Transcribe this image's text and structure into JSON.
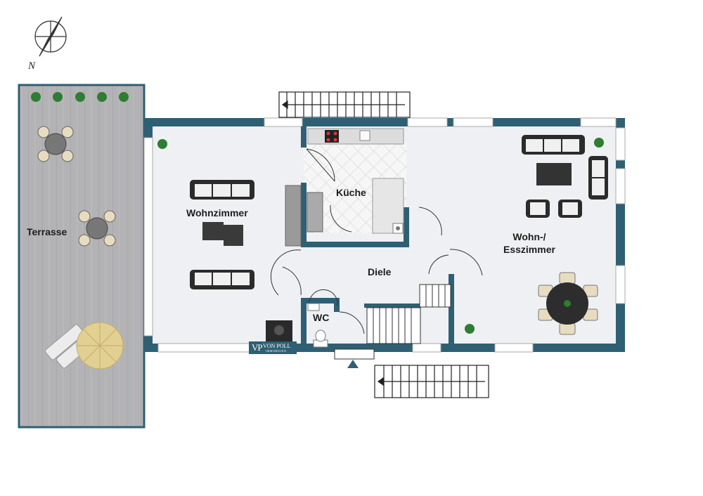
{
  "compass": {
    "north_label": "N"
  },
  "rooms": {
    "terrasse": "Terrasse",
    "wohnzimmer": "Wohnzimmer",
    "kueche": "Küche",
    "diele": "Diele",
    "wc": "WC",
    "wohn_esszimmer": "Wohn-/\nEsszimmer"
  },
  "logo": {
    "initials": "VP",
    "name": "VON POLL",
    "sub": "IMMOBILIEN"
  },
  "colors": {
    "wall": "#2f5f73",
    "floor": "#eef0f3",
    "deck": "#b5b5b8",
    "kitchen_tile": "#f4f4f4",
    "plant": "#2e7d32"
  }
}
